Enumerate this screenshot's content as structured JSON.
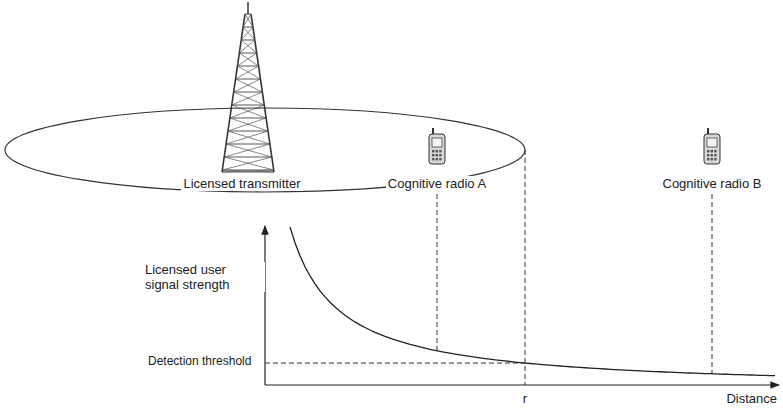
{
  "diagram": {
    "labels": [
      "Licensed transmitter",
      "Cognitive radio A",
      "Cognitive radio B",
      "Licensed user signal strength",
      "Detection threshold",
      "r",
      "Distance"
    ]
  }
}
